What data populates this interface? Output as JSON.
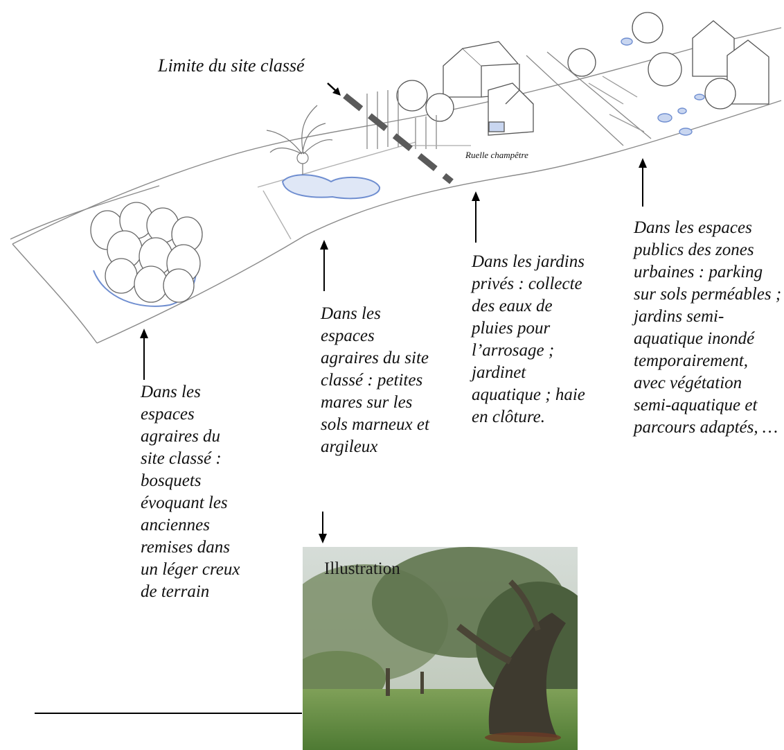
{
  "limit_label": "Limite du site classé",
  "ruelle_label": "Ruelle champêtre",
  "illustration_label": "Illustration",
  "callouts": [
    {
      "text": "Dans les espaces agraires du site classé : bosquets évoquant les anciennes remises dans un léger creux de terrain"
    },
    {
      "text": "Dans les espaces agraires du site classé : petites mares sur les sols marneux et argileux"
    },
    {
      "text": "Dans les jardins privés : collecte des eaux de pluies pour l’arrosage ; jardinet aquatique ; haie en clôture."
    },
    {
      "text": "Dans les espaces publics des zones urbaines : parking sur sols perméables ; jardins semi-aquatique inondé temporairement, avec végétation semi-aquatique et parcours adaptés, …"
    }
  ],
  "colors": {
    "water": "#6f8ed0",
    "boundary_line": "#5a5a5a",
    "pencil": "#7a7a7a"
  },
  "icons": [
    "up-arrow-icon",
    "down-arrow-icon",
    "diagonal-arrow-icon"
  ]
}
